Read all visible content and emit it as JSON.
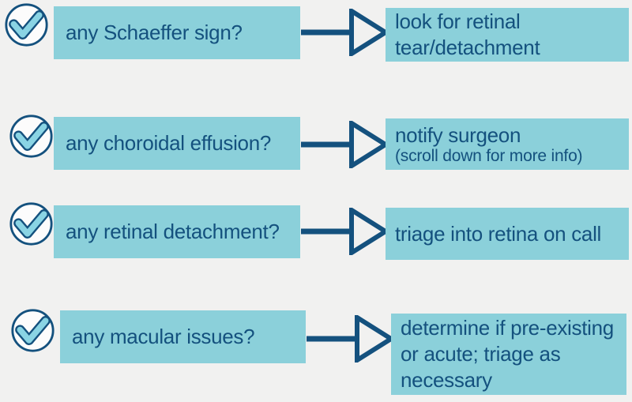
{
  "colors": {
    "background": "#f1f1f0",
    "box_teal": "#8bd0da",
    "navy": "#14517e",
    "check_fill": "#8ad4e4",
    "circle_fill": "#fcfcfc"
  },
  "icons": {
    "row_marker": "check-circle-icon",
    "connector": "arrow-right-icon"
  },
  "rows": [
    {
      "question": "any Schaeffer sign?",
      "action": "look for retinal\ntear/detachment"
    },
    {
      "question": "any choroidal effusion?",
      "action": "notify surgeon",
      "note": "(scroll down for more info)"
    },
    {
      "question": "any retinal detachment?",
      "action": "triage into retina on call"
    },
    {
      "question": "any macular issues?",
      "action": "determine if pre-existing\nor acute; triage as\nnecessary"
    }
  ]
}
